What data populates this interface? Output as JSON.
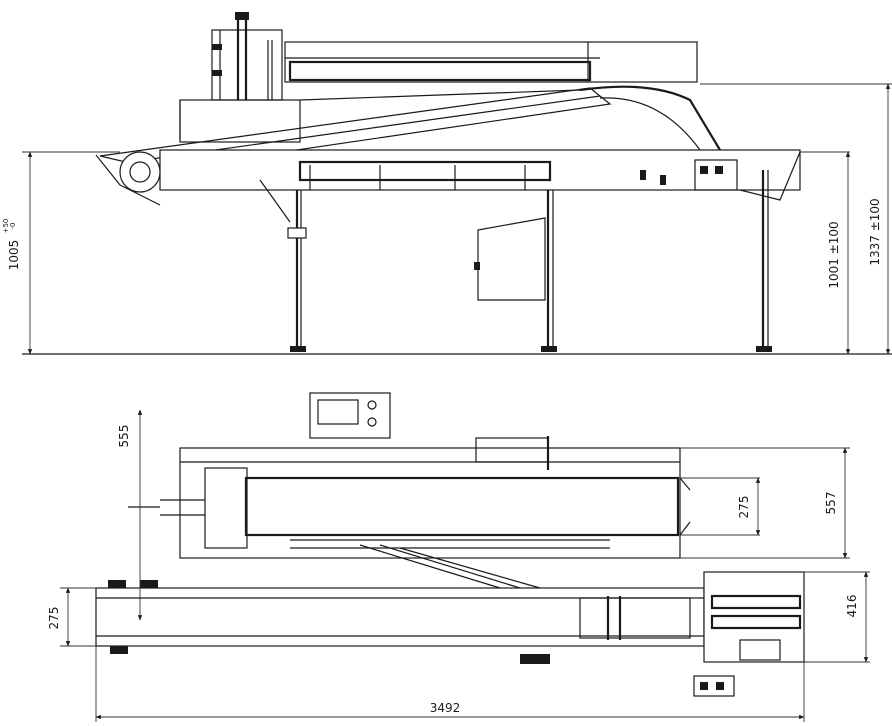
{
  "dimensions": {
    "side_left_height": "1005",
    "side_left_tol_plus": "+50",
    "side_left_tol_minus": "-0",
    "side_right_inner": "1001 ±100",
    "side_right_outer": "1337 ±100",
    "top_offset": "555",
    "top_belt_width": "275",
    "top_width": "557",
    "bottom_belt_width": "275",
    "bottom_width": "416",
    "overall_length": "3492"
  }
}
